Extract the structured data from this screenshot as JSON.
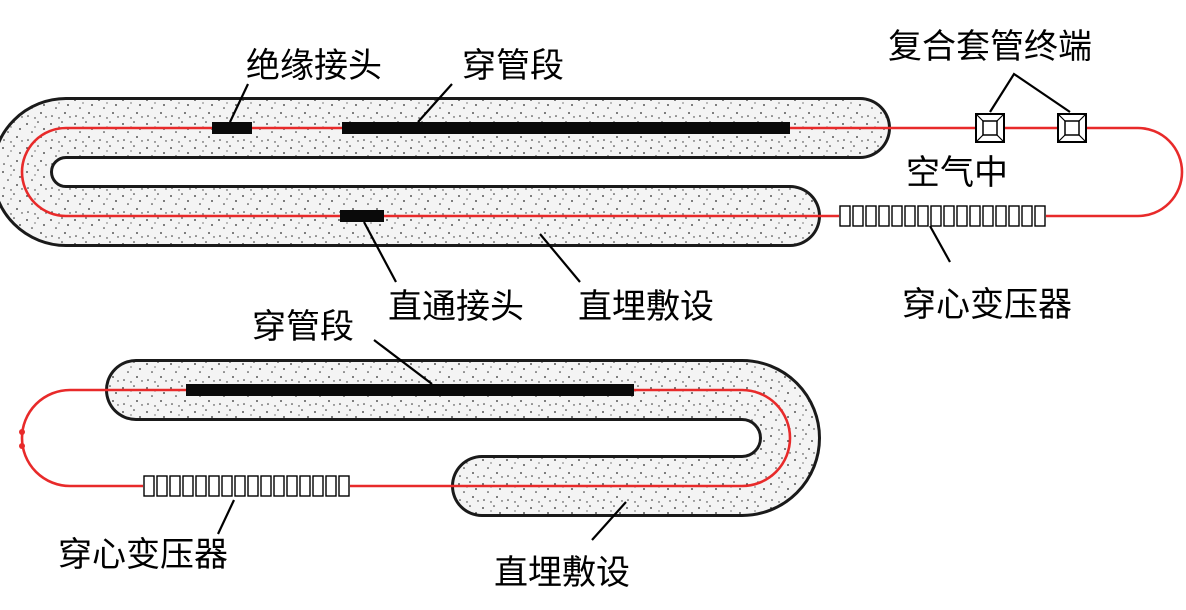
{
  "colors": {
    "cable": "#e82a2a",
    "soil_outline": "#1a1a1a",
    "soil_fill": "#f4f4f4",
    "soil_speck": "#2a2a2a",
    "tube_section": "#0a0a0a"
  },
  "labels": {
    "top": {
      "insulating_joint": "绝缘接头",
      "tube_section": "穿管段",
      "composite_bushing_termination": "复合套管终端",
      "in_air": "空气中",
      "straight_joint": "直通接头",
      "direct_burial": "直埋敷设",
      "core_transformer": "穿心变压器"
    },
    "bottom": {
      "tube_section": "穿管段",
      "core_transformer": "穿心变压器",
      "direct_burial": "直埋敷设"
    }
  },
  "legend_icons": {
    "termination": "square-termination-icon",
    "transformer": "rectangular-coil-icon"
  }
}
